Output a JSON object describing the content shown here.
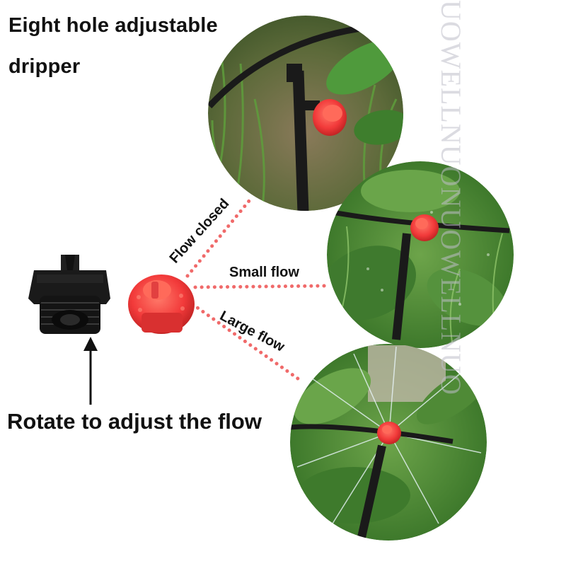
{
  "title": {
    "line1": "Eight hole adjustable",
    "line2": "dripper"
  },
  "labels": {
    "flow_closed": "Flow closed",
    "small_flow": "Small flow",
    "large_flow": "Large flow"
  },
  "caption": "Rotate to adjust the flow",
  "watermark": "UOWELLNUONUOWELLNUO",
  "colors": {
    "accent_red": "#f23a3a",
    "dotted_line": "#f06a6a",
    "base_black": "#1a1a1a",
    "grass_green": "#4f8a36"
  }
}
